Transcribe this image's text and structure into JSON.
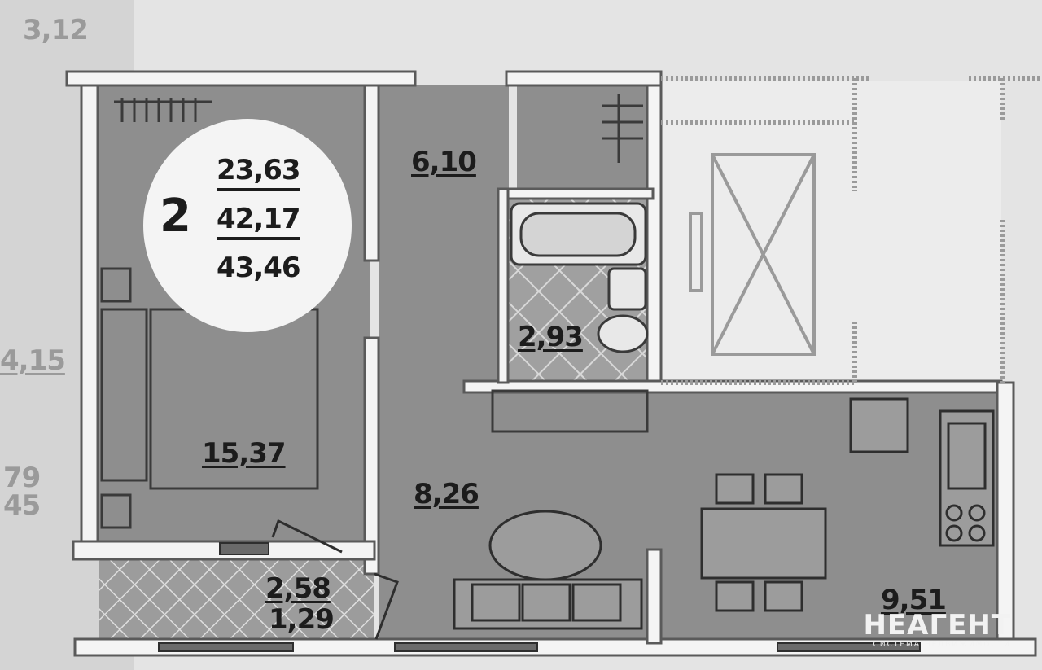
{
  "apartment": {
    "rooms": "2",
    "living_area": "23,63",
    "total_area": "42,17",
    "total_area_with_balcony": "43,46"
  },
  "room_areas": {
    "hall": "6,10",
    "bathroom": "2,93",
    "bedroom": "15,37",
    "living": "8,26",
    "balcony_total": "2,58",
    "balcony_reduced": "1,29",
    "kitchen": "9,51"
  },
  "neighbors": {
    "top_left": "3,12",
    "left": "4,15",
    "left_bottom_1": "79",
    "left_bottom_2": "45"
  },
  "watermark": {
    "brand": "НЕАГЕНТ",
    "tagline": "СИСТЕМА НЕДВИЖИМОСТИ"
  },
  "colors": {
    "apartment_fill": "#8e8e8e",
    "wall": "#f4f4f4",
    "wall_outline": "#5a5a5a",
    "background": "#e4e4e4"
  }
}
